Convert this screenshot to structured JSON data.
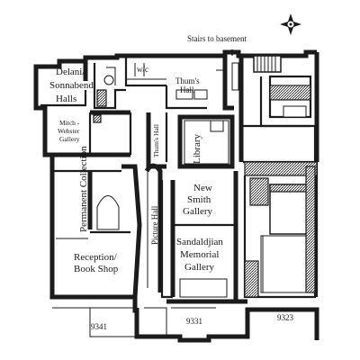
{
  "plan": {
    "stairs_label": "Stairs to basement",
    "rooms": {
      "delani_line1": "Delani/",
      "delani_line2": "Sonnabend",
      "delani_line3": "Halls",
      "wc": "w/c",
      "thums_hall_line1": "Thum's",
      "thums_hall_line2": "Hall",
      "thums_hall_vertical": "Thum's Hall",
      "mitch_line1": "Mitch -",
      "mitch_line2": "Webster",
      "mitch_line3": "Gallery",
      "library": "Library",
      "permanent_collection": "Permanent Collection",
      "new_smith_line1": "New",
      "new_smith_line2": "Smith",
      "new_smith_line3": "Gallery",
      "picture_hall": "Picture Hall",
      "reception_line1": "Reception/",
      "reception_line2": "Book Shop",
      "sandaldjian_line1": "Sandaldjian",
      "sandaldjian_line2": "Memorial",
      "sandaldjian_line3": "Gallery"
    },
    "addresses": [
      "9341",
      "9331",
      "9323"
    ],
    "compass_icon": "compass-rose-icon"
  }
}
